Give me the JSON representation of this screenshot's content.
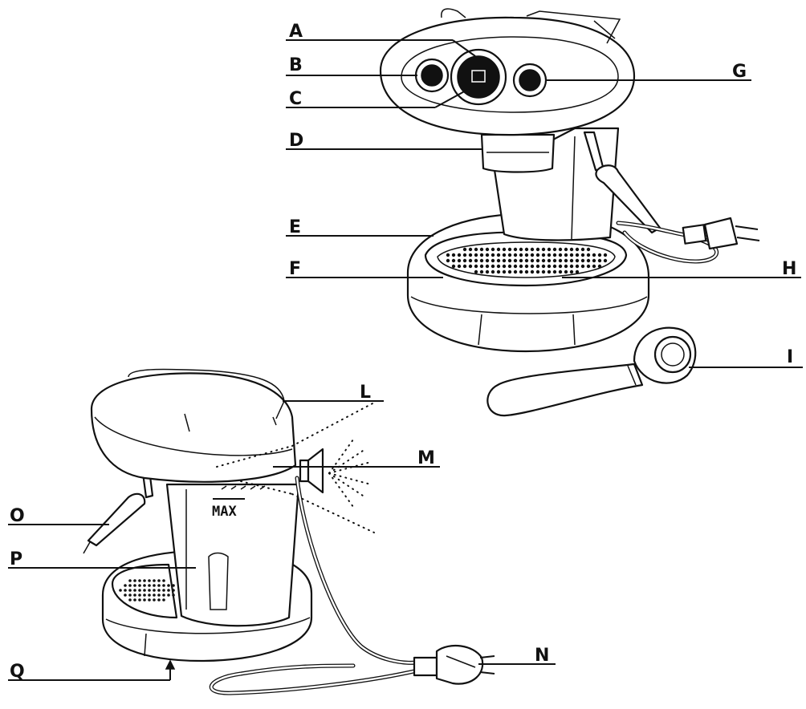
{
  "labels": {
    "A": "A",
    "B": "B",
    "C": "C",
    "D": "D",
    "E": "E",
    "F": "F",
    "G": "G",
    "H": "H",
    "I": "I",
    "L": "L",
    "M": "M",
    "N": "N",
    "O": "O",
    "P": "P",
    "Q": "Q"
  },
  "tank_marking": "MAX"
}
